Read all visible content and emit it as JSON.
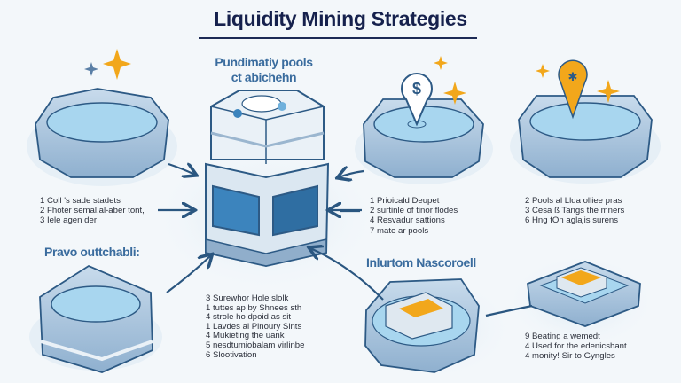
{
  "title": "Liquidity Mining Strategies",
  "center_heading": {
    "line1": "Pundimatiy pools",
    "line2": "ct abichehn"
  },
  "left_heading": "Pravo outtchabli:",
  "right_heading": "Inlurtom Nascoroell",
  "lists": {
    "left_top": [
      "1  Coll 's sade stadets",
      "2  Fhoter semal,al-aber tont,",
      "3  Iele agen der"
    ],
    "center_bottom": [
      "3  Surewhor Hole slolk",
      "1  tuttes ap by Shnees sth",
      "4  strole  ho dpoid as sit",
      "1  Lavdes al Plnoury Sints",
      "4  Mukieting the uank",
      "5  nesdtumiobalam virlinbe",
      "6  Slootivation"
    ],
    "right_top_a": [
      "1  Prioicald Deupet",
      "2  surtinle of tinor flodes",
      "4  Resvadur sattions",
      "7  mate ar pools"
    ],
    "right_top_b": [
      "2  Pools al Llda olliee pras",
      "3  Cesa ß Tangs the mners",
      "6  Hng fOn aglajis surens"
    ],
    "right_bottom": [
      "9  Beating a wemedt",
      "4  Used for the edenicshant",
      "4  monity! Sir to Gyngles"
    ]
  },
  "icons": {
    "dollar_symbol": "$"
  },
  "colors": {
    "navy": "#16214d",
    "accent_blue": "#3a6c9e",
    "orange": "#f2a71b",
    "water": "#9fd0ec"
  }
}
